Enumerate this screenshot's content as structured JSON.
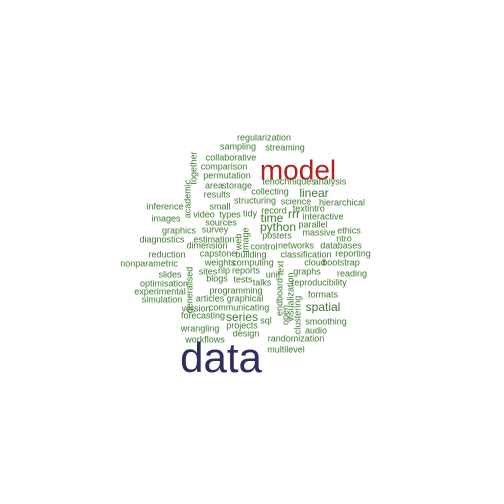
{
  "colors": {
    "small": "#3d7a2e",
    "model": "#b22222",
    "data": "#2e2e5c"
  },
  "words": [
    {
      "text": "regularization",
      "tier": "small"
    },
    {
      "text": "sampling",
      "tier": "small"
    },
    {
      "text": "streaming",
      "tier": "small"
    },
    {
      "text": "collaborative",
      "tier": "small"
    },
    {
      "text": "model",
      "tier": "model"
    },
    {
      "text": "comparison",
      "tier": "small"
    },
    {
      "text": "permutation",
      "tier": "small"
    },
    {
      "text": "together",
      "tier": "small"
    },
    {
      "text": "tenochniques",
      "tier": "small"
    },
    {
      "text": "analysis",
      "tier": "small"
    },
    {
      "text": "area",
      "tier": "small"
    },
    {
      "text": "storage",
      "tier": "small"
    },
    {
      "text": "collecting",
      "tier": "small"
    },
    {
      "text": "linear",
      "tier": "medium"
    },
    {
      "text": "academic",
      "tier": "small"
    },
    {
      "text": "results",
      "tier": "small"
    },
    {
      "text": "structuring",
      "tier": "small"
    },
    {
      "text": "science",
      "tier": "small"
    },
    {
      "text": "hierarchical",
      "tier": "small"
    },
    {
      "text": "inference",
      "tier": "small"
    },
    {
      "text": "small",
      "tier": "small"
    },
    {
      "text": "record",
      "tier": "small"
    },
    {
      "text": "text",
      "tier": "small"
    },
    {
      "text": "intro",
      "tier": "small"
    },
    {
      "text": "images",
      "tier": "small"
    },
    {
      "text": "video",
      "tier": "small"
    },
    {
      "text": "types",
      "tier": "small"
    },
    {
      "text": "tidy",
      "tier": "small"
    },
    {
      "text": "time",
      "tier": "medium"
    },
    {
      "text": "rrr",
      "tier": "medium"
    },
    {
      "text": "interactive",
      "tier": "small"
    },
    {
      "text": "sources",
      "tier": "small"
    },
    {
      "text": "python",
      "tier": "medium"
    },
    {
      "text": "parallel",
      "tier": "small"
    },
    {
      "text": "graphics",
      "tier": "small"
    },
    {
      "text": "survey",
      "tier": "small"
    },
    {
      "text": "massive",
      "tier": "small"
    },
    {
      "text": "ethics",
      "tier": "small"
    },
    {
      "text": "diagnostics",
      "tier": "small"
    },
    {
      "text": "estimation",
      "tier": "small"
    },
    {
      "text": "web",
      "tier": "small"
    },
    {
      "text": "tmage",
      "tier": "small"
    },
    {
      "text": "posters",
      "tier": "small"
    },
    {
      "text": "ntro",
      "tier": "small"
    },
    {
      "text": "dimension",
      "tier": "small"
    },
    {
      "text": "control",
      "tier": "small"
    },
    {
      "text": "networks",
      "tier": "small"
    },
    {
      "text": "databases",
      "tier": "small"
    },
    {
      "text": "reduction",
      "tier": "small"
    },
    {
      "text": "capstone",
      "tier": "small"
    },
    {
      "text": "building",
      "tier": "small"
    },
    {
      "text": "classification",
      "tier": "small"
    },
    {
      "text": "reporting",
      "tier": "small"
    },
    {
      "text": "nonparametric",
      "tier": "small"
    },
    {
      "text": "weights",
      "tier": "small"
    },
    {
      "text": "computing",
      "tier": "small"
    },
    {
      "text": "text",
      "tier": "small"
    },
    {
      "text": "cloud",
      "tier": "small"
    },
    {
      "text": "bootstrap",
      "tier": "small"
    },
    {
      "text": "slides",
      "tier": "small"
    },
    {
      "text": "sites",
      "tier": "small"
    },
    {
      "text": "nlp",
      "tier": "small"
    },
    {
      "text": "reports",
      "tier": "small"
    },
    {
      "text": "unit",
      "tier": "small"
    },
    {
      "text": "graphs",
      "tier": "small"
    },
    {
      "text": "reading",
      "tier": "small"
    },
    {
      "text": "optimisation",
      "tier": "small"
    },
    {
      "text": "blogs",
      "tier": "small"
    },
    {
      "text": "tests",
      "tier": "small"
    },
    {
      "text": "talks",
      "tier": "small"
    },
    {
      "text": "reproducibility",
      "tier": "small"
    },
    {
      "text": "experimental",
      "tier": "small"
    },
    {
      "text": "generalised",
      "tier": "small"
    },
    {
      "text": "programming",
      "tier": "small"
    },
    {
      "text": "formats",
      "tier": "small"
    },
    {
      "text": "simulation",
      "tier": "small"
    },
    {
      "text": "articles",
      "tier": "small"
    },
    {
      "text": "graphical",
      "tier": "small"
    },
    {
      "text": "endboard",
      "tier": "small"
    },
    {
      "text": "visualization",
      "tier": "small"
    },
    {
      "text": "spatial",
      "tier": "medium"
    },
    {
      "text": "version",
      "tier": "small"
    },
    {
      "text": "communicating",
      "tier": "small"
    },
    {
      "text": "forecasting",
      "tier": "small"
    },
    {
      "text": "series",
      "tier": "medium"
    },
    {
      "text": "sql",
      "tier": "small"
    },
    {
      "text": "open",
      "tier": "small"
    },
    {
      "text": "clustering",
      "tier": "small"
    },
    {
      "text": "smoothing",
      "tier": "small"
    },
    {
      "text": "wrangling",
      "tier": "small"
    },
    {
      "text": "projects",
      "tier": "small"
    },
    {
      "text": "audio",
      "tier": "small"
    },
    {
      "text": "design",
      "tier": "small"
    },
    {
      "text": "randomization",
      "tier": "small"
    },
    {
      "text": "workflows",
      "tier": "small"
    },
    {
      "text": "multilevel",
      "tier": "small"
    },
    {
      "text": "data",
      "tier": "data"
    }
  ]
}
